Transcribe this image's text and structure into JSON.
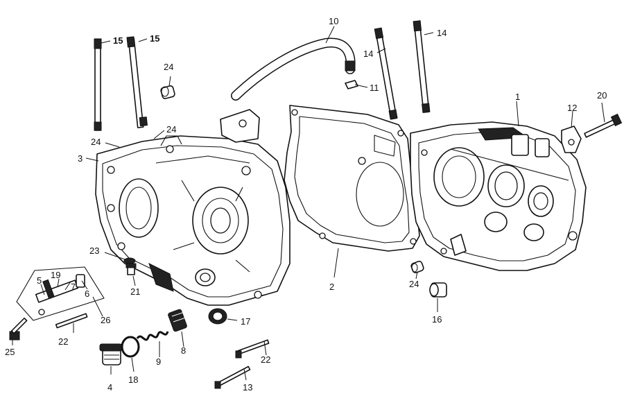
{
  "parts": [
    {
      "key": "p1",
      "number": "1"
    },
    {
      "key": "p2",
      "number": "2"
    },
    {
      "key": "p3",
      "number": "3"
    },
    {
      "key": "p4",
      "number": "4"
    },
    {
      "key": "p5",
      "number": "5"
    },
    {
      "key": "p6",
      "number": "6"
    },
    {
      "key": "p7",
      "number": "7"
    },
    {
      "key": "p8",
      "number": "8"
    },
    {
      "key": "p9",
      "number": "9"
    },
    {
      "key": "p10",
      "number": "10"
    },
    {
      "key": "p11",
      "number": "11"
    },
    {
      "key": "p12",
      "number": "12"
    },
    {
      "key": "p13",
      "number": "13"
    },
    {
      "key": "p14",
      "number": "14"
    },
    {
      "key": "p15",
      "number": "15"
    },
    {
      "key": "p16",
      "number": "16"
    },
    {
      "key": "p17",
      "number": "17"
    },
    {
      "key": "p18",
      "number": "18"
    },
    {
      "key": "p19",
      "number": "19"
    },
    {
      "key": "p20",
      "number": "20"
    },
    {
      "key": "p21",
      "number": "21"
    },
    {
      "key": "p22",
      "number": "22"
    },
    {
      "key": "p23",
      "number": "23"
    },
    {
      "key": "p24",
      "number": "24"
    },
    {
      "key": "p25",
      "number": "25"
    },
    {
      "key": "p26",
      "number": "26"
    }
  ]
}
